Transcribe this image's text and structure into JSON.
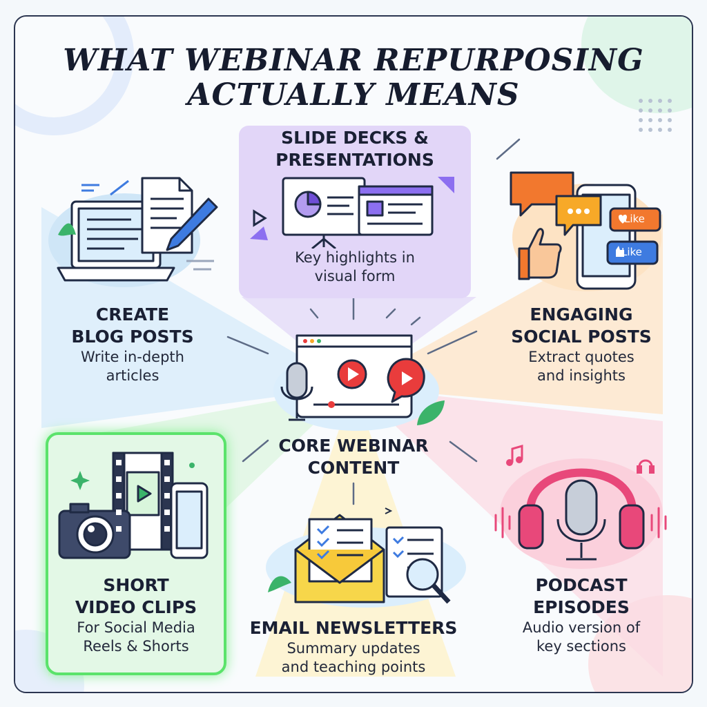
{
  "title": {
    "line1": "WHAT WEBINAR REPURPOSING",
    "line2": "ACTUALLY MEANS"
  },
  "center": {
    "line1": "CORE WEBINAR",
    "line2": "CONTENT"
  },
  "blog": {
    "line1": "CREATE",
    "line2": "BLOG POSTS",
    "sub1": "Write in-depth",
    "sub2": "articles"
  },
  "slides": {
    "line1": "SLIDE DECKS &",
    "line2": "PRESENTATIONS",
    "sub1": "Key highlights in",
    "sub2": "visual form"
  },
  "social": {
    "line1": "ENGAGING",
    "line2": "SOCIAL POSTS",
    "sub1": "Extract quotes",
    "sub2": "and insights",
    "like1": "Like",
    "like2": "Like"
  },
  "video": {
    "line1": "SHORT",
    "line2": "VIDEO CLIPS",
    "sub1": "For Social Media",
    "sub2": "Reels & Shorts"
  },
  "email": {
    "line1": "EMAIL NEWSLETTERS",
    "sub1": "Summary updates",
    "sub2": "and teaching points"
  },
  "podcast": {
    "line1": "PODCAST",
    "line2": "EPISODES",
    "sub1": "Audio version of",
    "sub2": "key sections"
  },
  "colors": {
    "blog": "#cfe6f7",
    "slides": "#e1d6f7",
    "social": "#fde3c4",
    "video": "#d9f6dc",
    "email": "#fdf0c2",
    "podcast": "#fbd8e2",
    "accent_green": "#5be36b"
  }
}
